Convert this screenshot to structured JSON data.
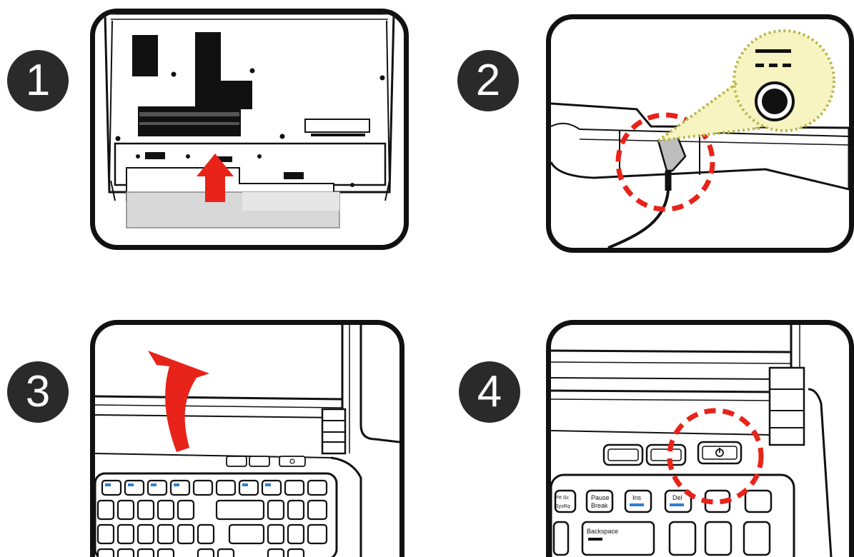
{
  "steps": [
    {
      "number": "1",
      "illustration": "insert-battery"
    },
    {
      "number": "2",
      "illustration": "connect-power-adapter"
    },
    {
      "number": "3",
      "illustration": "open-lid"
    },
    {
      "number": "4",
      "illustration": "press-power-button"
    }
  ],
  "colors": {
    "accent_red": "#e8231a",
    "outline": "#111111",
    "callout_yellow": "#f7f4c2",
    "callout_dots": "#b7b84a",
    "badge": "#2a2a2a"
  },
  "keyboard_labels": {
    "prt_sc": "Prt Sc",
    "sys_rq": "SysRq",
    "pause": "Pause",
    "break": "Break",
    "ins": "Ins",
    "del": "Del",
    "backspace": "Backspace"
  }
}
